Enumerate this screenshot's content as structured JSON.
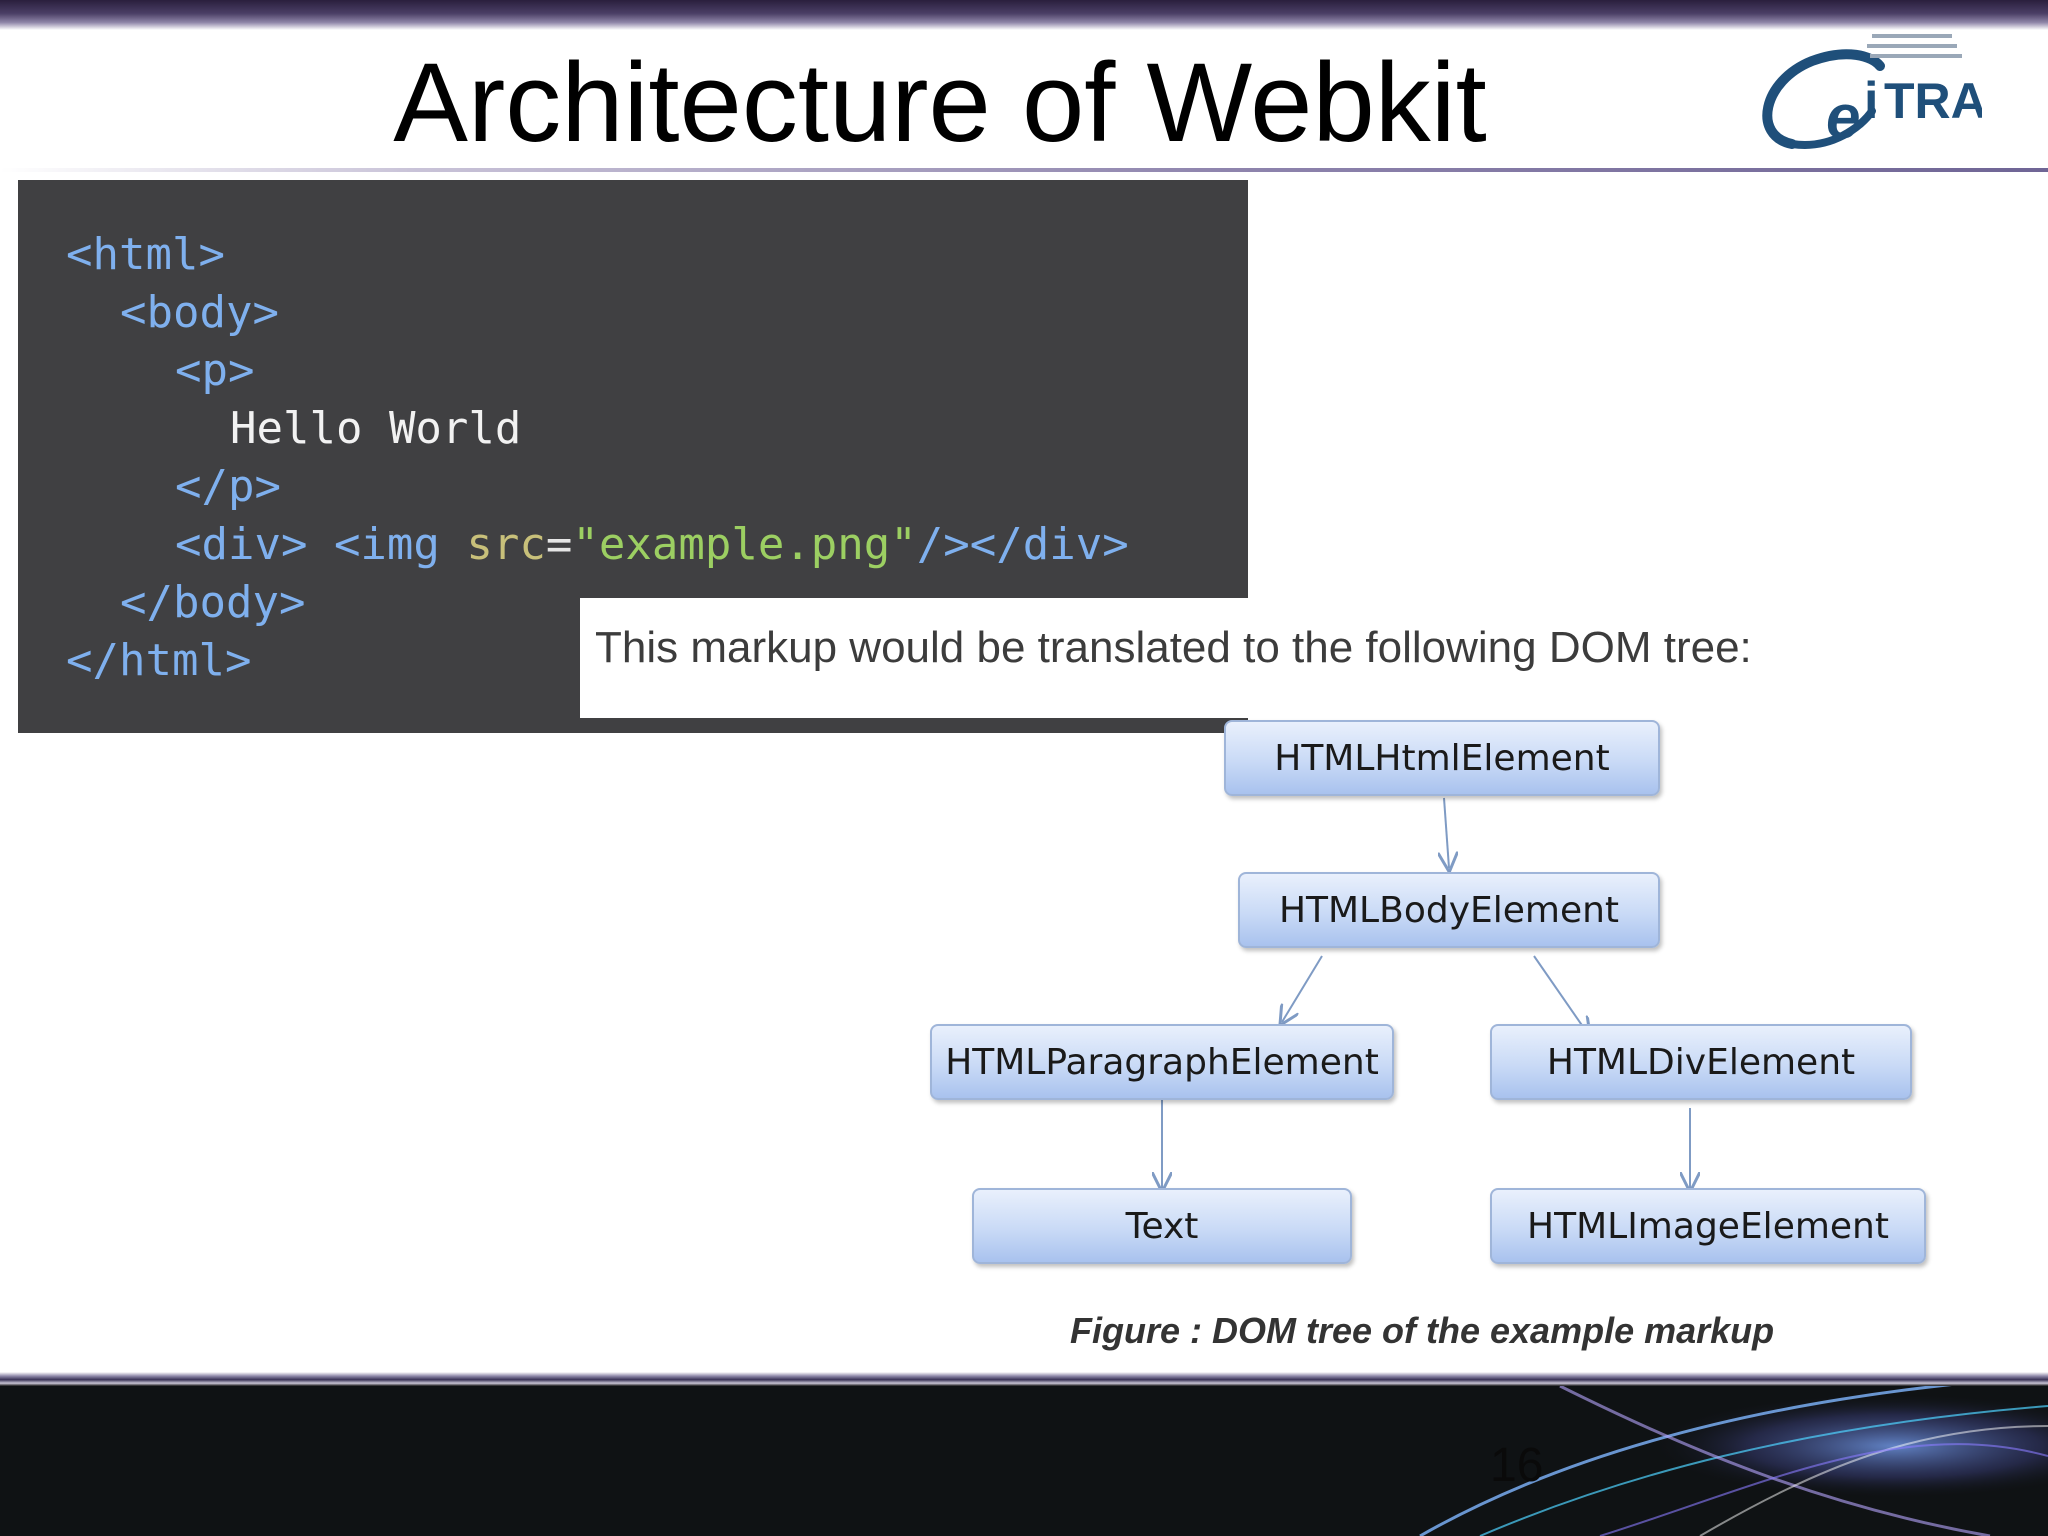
{
  "slide": {
    "title": "Architecture of Webkit",
    "page_number": "16",
    "logo_text": "eiTRA"
  },
  "code": {
    "lines": [
      "<html>",
      "<body>",
      "<p>",
      "Hello World",
      "</p>",
      "</body>",
      "</html>"
    ],
    "div_line": {
      "open": "<div> <img ",
      "attr": "src",
      "eq": "=",
      "value": "\"example.png\"",
      "close": "/></div>"
    }
  },
  "intro_text": "This markup would be translated to the following DOM tree:",
  "dom_tree": {
    "nodes": {
      "html": "HTMLHtmlElement",
      "body": "HTMLBodyElement",
      "paragraph": "HTMLParagraphElement",
      "div": "HTMLDivElement",
      "text": "Text",
      "image": "HTMLImageElement"
    },
    "edges": [
      [
        "html",
        "body"
      ],
      [
        "body",
        "paragraph"
      ],
      [
        "body",
        "div"
      ],
      [
        "paragraph",
        "text"
      ],
      [
        "div",
        "image"
      ]
    ]
  },
  "figure_caption": "Figure : DOM tree of the example markup",
  "colors": {
    "code_background": "#404042",
    "tag": "#7fb0ee",
    "attribute": "#c8c07a",
    "string": "#9ccf62",
    "node_fill": "#c9daf6",
    "edge": "#7f9bc4"
  }
}
